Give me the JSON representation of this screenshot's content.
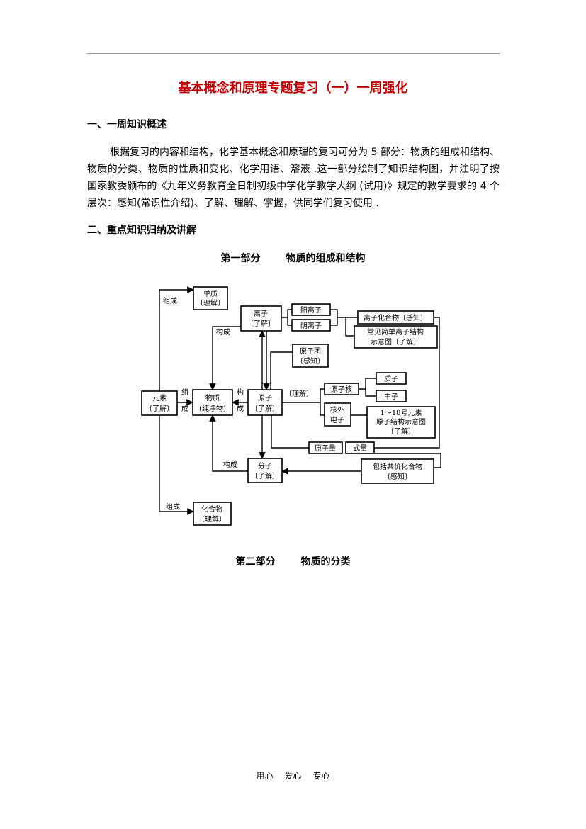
{
  "doc": {
    "title": "基本概念和原理专题复习（一）一周强化",
    "section1": "一、一周知识概述",
    "paragraph": "根据复习的内容和结构，化学基本概念和原理的复习可分为  5 部分：物质的组成和结构、物质的分类、物质的性质和变化、化学用语、溶液 .这一部分绘制了知识结构图，并注明了按国家教委颁布的《九年义务教育全日制初级中学化学教学大纲 (试用)》规定的教学要求的 4 个层次：感知(常识性介绍)、了解、理解、掌握，供同学们复习使用 .",
    "section2": "二、重点知识归纳及讲解",
    "part1_num": "第一部分",
    "part1_name": "物质的组成和结构",
    "part2_num": "第二部分",
    "part2_name": "物质的分类"
  },
  "diagram": {
    "danzhi": [
      "单质",
      "〔理解〕"
    ],
    "lizi": [
      "离子",
      "〔了解〕"
    ],
    "yanglizi": "阳离子",
    "yinlizi": "阴离子",
    "lizihuahewu": "离子化合物〔感知〕",
    "lizijiegou": [
      "常见简单离子结构",
      "示意图〔了解〕"
    ],
    "yuanzituan": [
      "原子团",
      "〔感知〕"
    ],
    "yuansu": [
      "元素",
      "〔了解〕"
    ],
    "wuzhi": [
      "物质",
      "(纯净物)"
    ],
    "yuanzi": [
      "原子",
      "〔了解〕"
    ],
    "yuanzi_lijie": "〔理解〕",
    "yuanzihe": "原子核",
    "zhizi": "质子",
    "zhongzi": "中子",
    "hewaidianzi": [
      "核外",
      "电子"
    ],
    "yuanzijiegou": [
      "1～18号元素",
      "原子结构示意图",
      "〔了解〕"
    ],
    "yuanziliang": "原子量",
    "shiliang": "式量",
    "fenzi": [
      "分子",
      "〔了解〕"
    ],
    "gongjia": [
      "包括共价化合物",
      "〔感知〕"
    ],
    "huahewu": [
      "化合物",
      "〔理解〕"
    ],
    "label_zucheng": "组成",
    "label_goucheng": "构成",
    "label_zu": "组",
    "label_cheng": "成",
    "label_gou": "构"
  },
  "footer": [
    "用心",
    "爱心",
    "专心"
  ]
}
